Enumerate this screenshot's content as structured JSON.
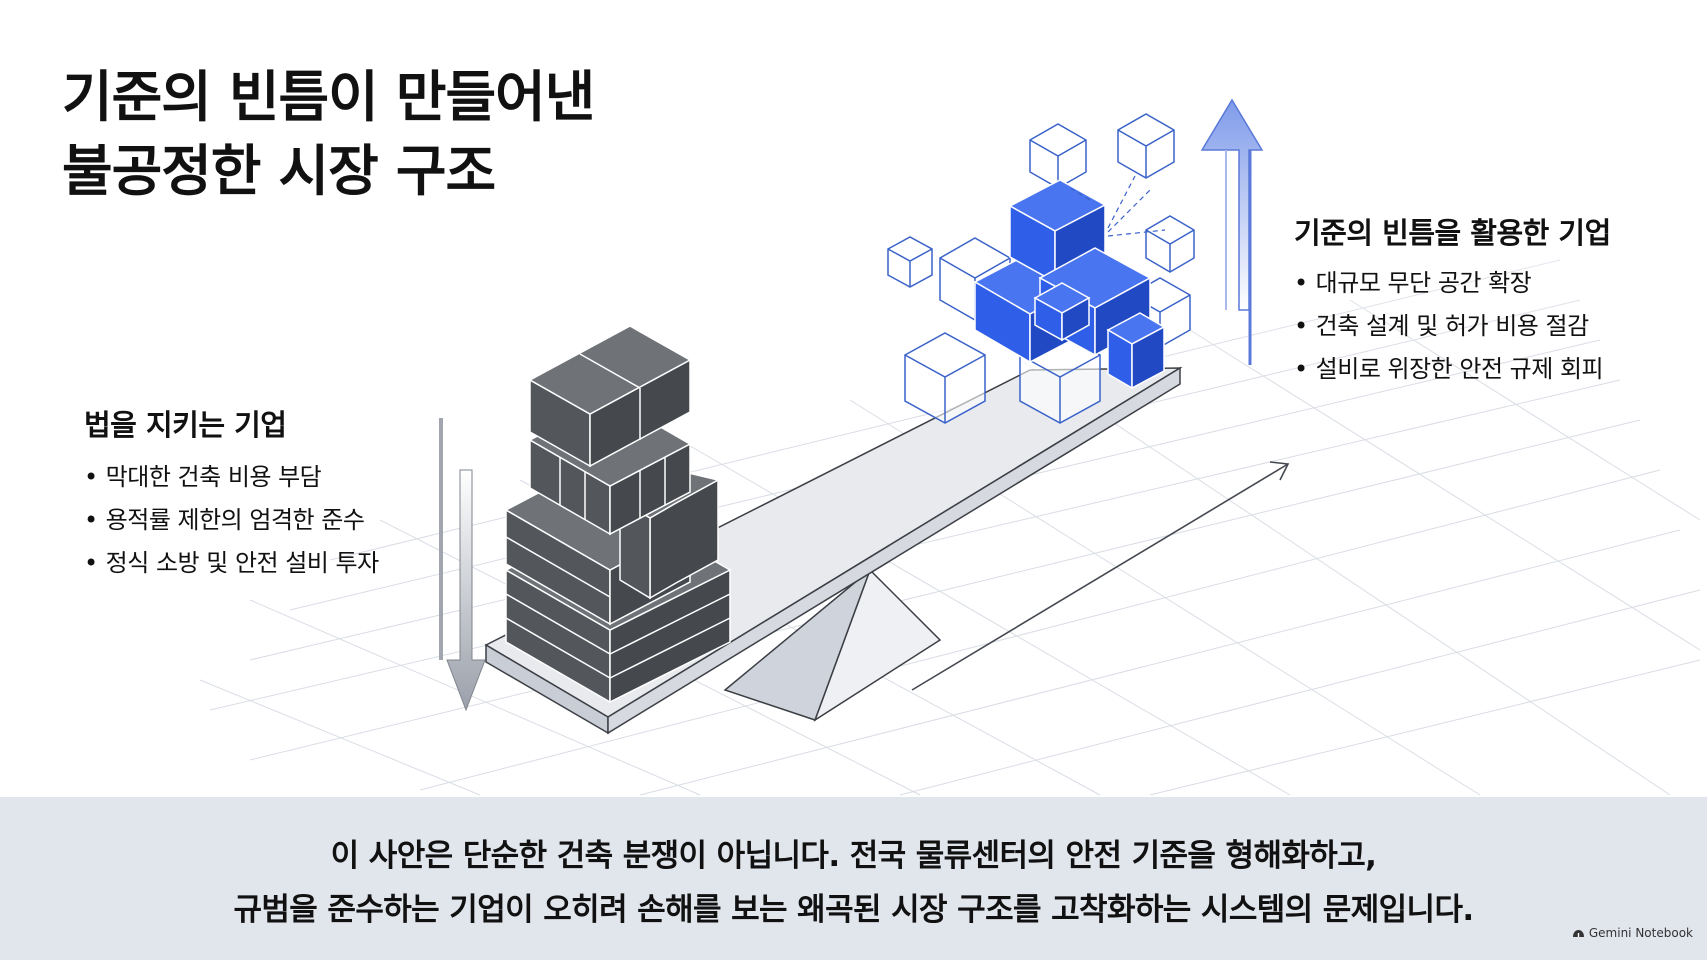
{
  "title": {
    "line1": "기준의 빈틈이 만들어낸",
    "line2": "불공정한 시장 구조"
  },
  "left_group": {
    "heading": "법을 지키는 기업",
    "bullets": [
      "막대한 건축 비용 부담",
      "용적률 제한의 엄격한 준수",
      "정식 소방 및 안전 설비 투자"
    ]
  },
  "right_group": {
    "heading": "기준의 빈틈을 활용한 기업",
    "bullets": [
      "대규모 무단 공간 확장",
      "건축 설계 및 허가 비용 절감",
      "설비로 위장한 안전 규제 회피"
    ]
  },
  "banner": {
    "line1": "이 사안은 단순한 건축 분쟁이 아닙니다. 전국 물류센터의 안전 기준을 형해화하고,",
    "line2": "규범을 준수하는 기업이 오히려 손해를 보는 왜곡된 시장 구조를 고착화하는 시스템의 문제입니다."
  },
  "brand": {
    "label": "Gemini Notebook",
    "icon": "gemini-logo-icon"
  },
  "colors": {
    "grid": "#d9dde5",
    "beam_top": "#e9eaee",
    "beam_front": "#c9cdd6",
    "gray_block_front": "#53565b",
    "gray_block_top": "#6f7277",
    "gray_block_side": "#45484d",
    "blue_block": "#2f5fe8",
    "blue_block_top": "#4a75f0",
    "blue_block_side": "#2149c4",
    "blue_outline": "#3a62c9",
    "banner_bg": "#e1e5ec"
  }
}
